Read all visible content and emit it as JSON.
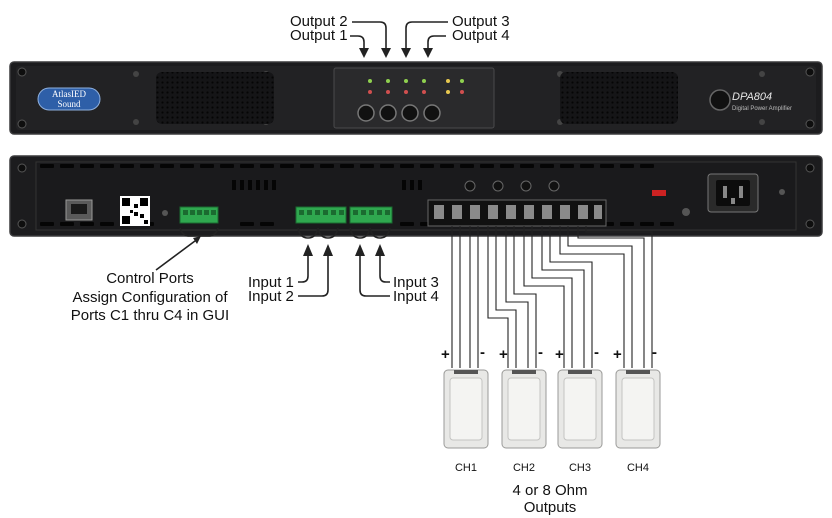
{
  "labels": {
    "output_1": "Output 1",
    "output_2": "Output 2",
    "output_3": "Output 3",
    "output_4": "Output 4",
    "input_1": "Input 1",
    "input_2": "Input 2",
    "input_3": "Input 3",
    "input_4": "Input 4",
    "control_ports": "Control Ports",
    "assign_line": "Assign Configuration of",
    "ports_line": "Ports C1 thru C4 in GUI",
    "ch1": "CH1",
    "ch2": "CH2",
    "ch3": "CH3",
    "ch4": "CH4",
    "impedance_line1": "4 or 8 Ohm",
    "impedance_line2": "Outputs",
    "plus": "+",
    "minus": "-"
  },
  "device": {
    "brand_line1": "AtlasIED",
    "brand_line2": "Sound",
    "model": "DPA804",
    "model_subtitle": "Digital Power Amplifier"
  },
  "colors": {
    "chassis": "#1c1c1e",
    "chassis_edge": "#3a3a3c",
    "panel": "#2a2a2c",
    "terminal_green": "#2fa84f",
    "brand_blue": "#2e5fa8",
    "speaker": "#e8e8e6",
    "line": "#222222"
  },
  "icons": [
    "arrow-down-icon",
    "bracket-icon",
    "ethernet-port-icon",
    "qr-code-icon",
    "power-inlet-icon",
    "speaker-icon"
  ]
}
